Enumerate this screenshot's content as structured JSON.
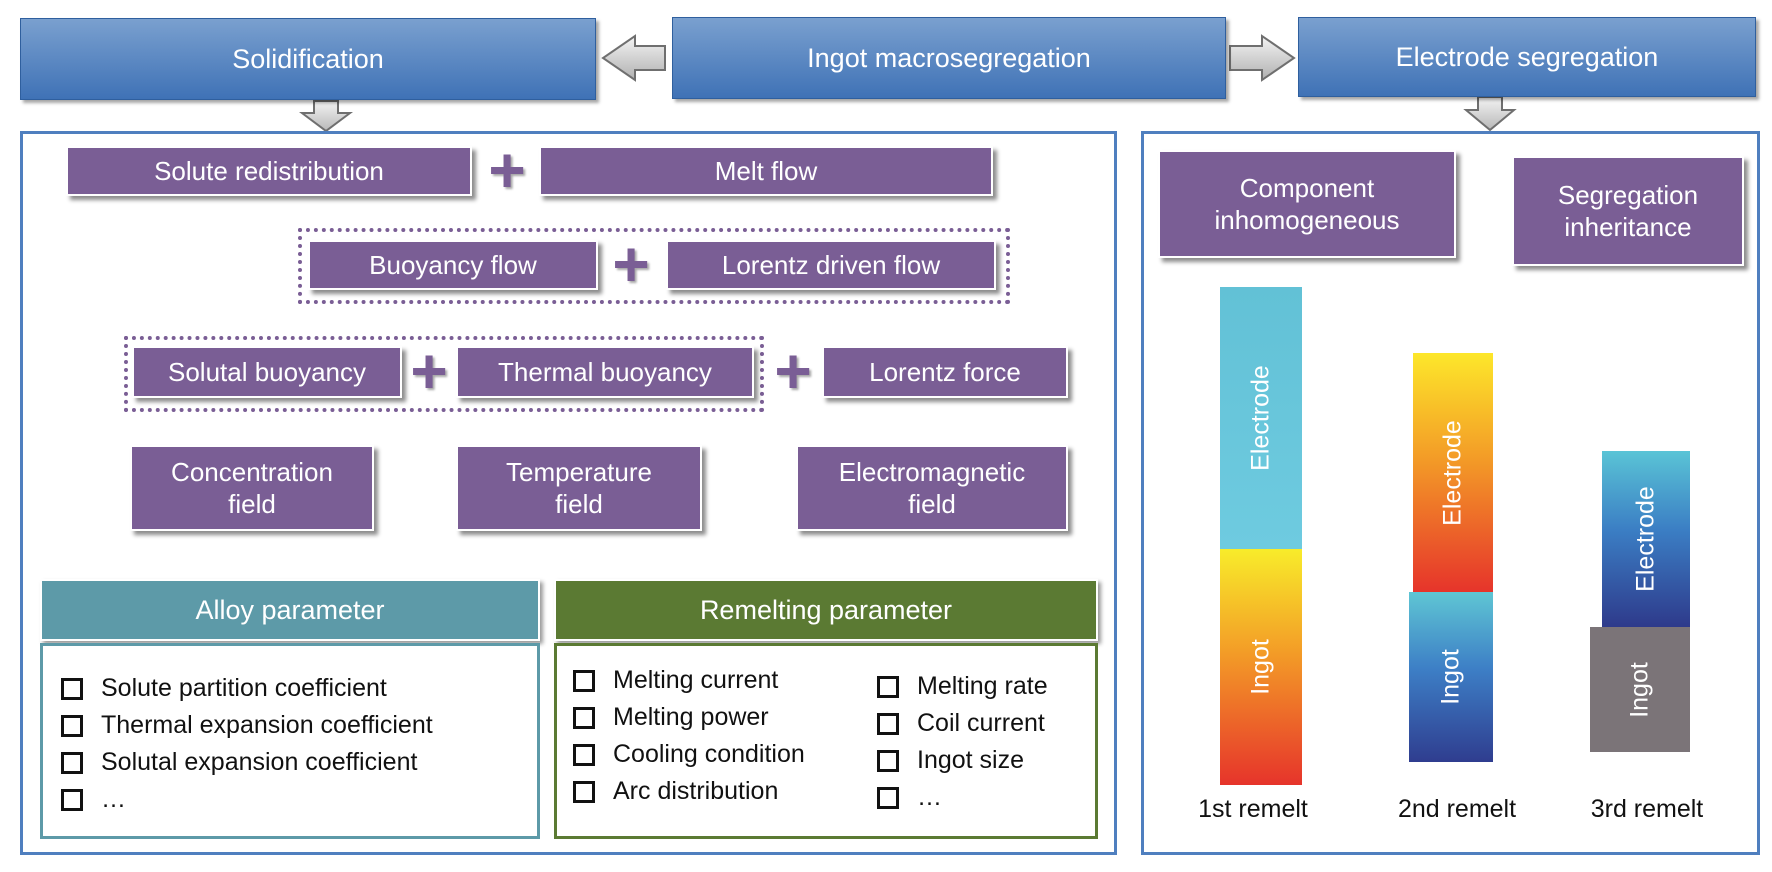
{
  "top": {
    "solidification": "Solidification",
    "ingot_macrosegregation": "Ingot macrosegregation",
    "electrode_segregation": "Electrode segregation"
  },
  "left": {
    "solute_redistribution": "Solute redistribution",
    "melt_flow": "Melt flow",
    "buoyancy_flow": "Buoyancy flow",
    "lorentz_driven_flow": "Lorentz driven flow",
    "solutal_buoyancy": "Solutal buoyancy",
    "thermal_buoyancy": "Thermal buoyancy",
    "lorentz_force": "Lorentz force",
    "concentration_field_l1": "Concentration",
    "concentration_field_l2": "field",
    "temperature_field_l1": "Temperature",
    "temperature_field_l2": "field",
    "electromagnetic_field_l1": "Electromagnetic",
    "electromagnetic_field_l2": "field",
    "plus": "+"
  },
  "alloy": {
    "header": "Alloy parameter",
    "items": [
      "Solute partition coefficient",
      "Thermal expansion coefficient",
      "Solutal expansion coefficient",
      "…"
    ]
  },
  "remelting": {
    "header": "Remelting parameter",
    "col1": [
      "Melting current",
      "Melting power",
      "Cooling condition",
      "Arc distribution"
    ],
    "col2": [
      "Melting rate",
      "Coil current",
      "Ingot size",
      "…"
    ]
  },
  "right": {
    "component_l1": "Component",
    "component_l2": "inhomogeneous",
    "inheritance_l1": "Segregation",
    "inheritance_l2": "inheritance",
    "electrode": "Electrode",
    "ingot": "Ingot",
    "remelts": [
      "1st remelt",
      "2nd remelt",
      "3rd remelt"
    ]
  },
  "colors": {
    "top_blue": "#4f7fbf",
    "purple": "#7a5e95",
    "teal": "#5d9aa8",
    "green": "#5b7a33",
    "ingot_gray": "#7b7478"
  }
}
